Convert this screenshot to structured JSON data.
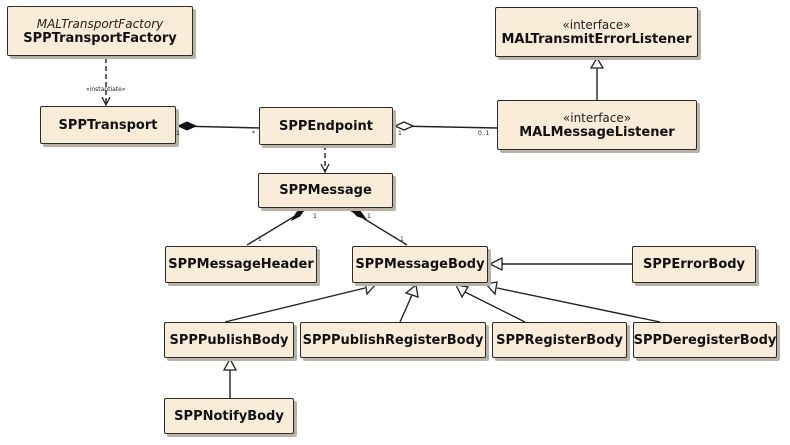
{
  "diagram": {
    "classes": {
      "transport_factory": {
        "stereotype": "MALTransportFactory",
        "name": "SPPTransportFactory"
      },
      "transport": {
        "name": "SPPTransport"
      },
      "endpoint": {
        "name": "SPPEndpoint"
      },
      "transmit_error_listener": {
        "stereotype": "«interface»",
        "name": "MALTransmitErrorListener"
      },
      "message_listener": {
        "stereotype": "«interface»",
        "name": "MALMessageListener"
      },
      "message": {
        "name": "SPPMessage"
      },
      "message_header": {
        "name": "SPPMessageHeader"
      },
      "message_body": {
        "name": "SPPMessageBody"
      },
      "error_body": {
        "name": "SPPErrorBody"
      },
      "publish_body": {
        "name": "SPPPublishBody"
      },
      "publish_register_body": {
        "name": "SPPPublishRegisterBody"
      },
      "register_body": {
        "name": "SPPRegisterBody"
      },
      "deregister_body": {
        "name": "SPPDeregisterBody"
      },
      "notify_body": {
        "name": "SPPNotifyBody"
      }
    },
    "edge_labels": {
      "instantiates": "«instantiate»"
    },
    "multiplicities": {
      "transport_endpoint_at_transport": "1",
      "transport_endpoint_at_endpoint": "*",
      "endpoint_listener_at_endpoint": "1",
      "endpoint_listener_at_listener": "0..1",
      "message_header_at_message": "1",
      "message_header_at_header": "1",
      "message_body_at_message": "1",
      "message_body_at_body": "1"
    }
  }
}
